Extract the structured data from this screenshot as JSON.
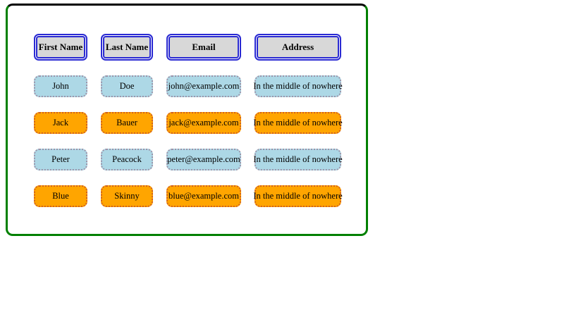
{
  "panel": {
    "border_color": "#008000",
    "top_border_color": "#000000",
    "background": "#ffffff"
  },
  "table": {
    "headers": [
      "First Name",
      "Last Name",
      "Email",
      "Address"
    ],
    "rows": [
      {
        "first_name": "John",
        "last_name": "Doe",
        "email": "john@example.com",
        "address": "In the middle of nowhere",
        "variant": "light-blue"
      },
      {
        "first_name": "Jack",
        "last_name": "Bauer",
        "email": "jack@example.com",
        "address": "In the middle of nowhere",
        "variant": "orange"
      },
      {
        "first_name": "Peter",
        "last_name": "Peacock",
        "email": "peter@example.com",
        "address": "In the middle of nowhere",
        "variant": "light-blue"
      },
      {
        "first_name": "Blue",
        "last_name": "Skinny",
        "email": "blue@example.com",
        "address": "In the middle of nowhere",
        "variant": "orange"
      }
    ]
  },
  "colors": {
    "header_fill": "#d8d8d8",
    "header_border": "#2a2ad2",
    "row_light_blue_fill": "#add8e6",
    "row_light_blue_border": "#9b93a9",
    "row_orange_fill": "#ffa500",
    "row_orange_border": "#cf5f1f",
    "panel_border": "#008000",
    "panel_top_border": "#000000",
    "text": "#000000"
  }
}
